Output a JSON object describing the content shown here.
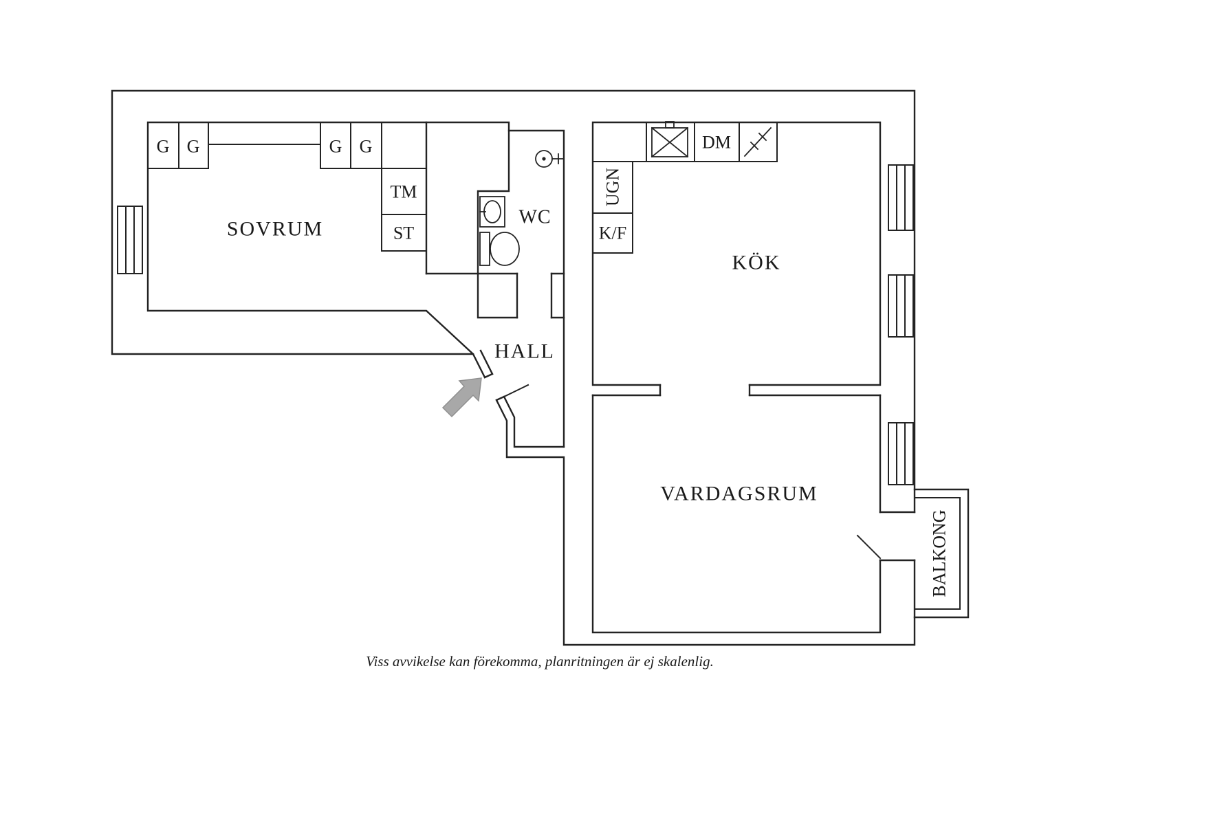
{
  "colors": {
    "background": "#ffffff",
    "line": "#232323",
    "text": "#1a1a1a",
    "arrow_fill": "#a8a8a8"
  },
  "plan": {
    "rooms": {
      "sovrum": {
        "label": "SOVRUM"
      },
      "wc": {
        "label": "WC"
      },
      "kok": {
        "label": "KÖK"
      },
      "hall": {
        "label": "HALL"
      },
      "vardagsrum": {
        "label": "VARDAGSRUM"
      },
      "balkong": {
        "label": "BALKONG"
      }
    },
    "fixtures": {
      "garderob_1": "G",
      "garderob_2": "G",
      "garderob_3": "G",
      "garderob_4": "G",
      "tm": "TM",
      "st": "ST",
      "ugn": "UGN",
      "kf": "K/F",
      "dm": "DM"
    },
    "caption": "Viss avvikelse kan förekomma, planritningen är ej skalenlig."
  }
}
